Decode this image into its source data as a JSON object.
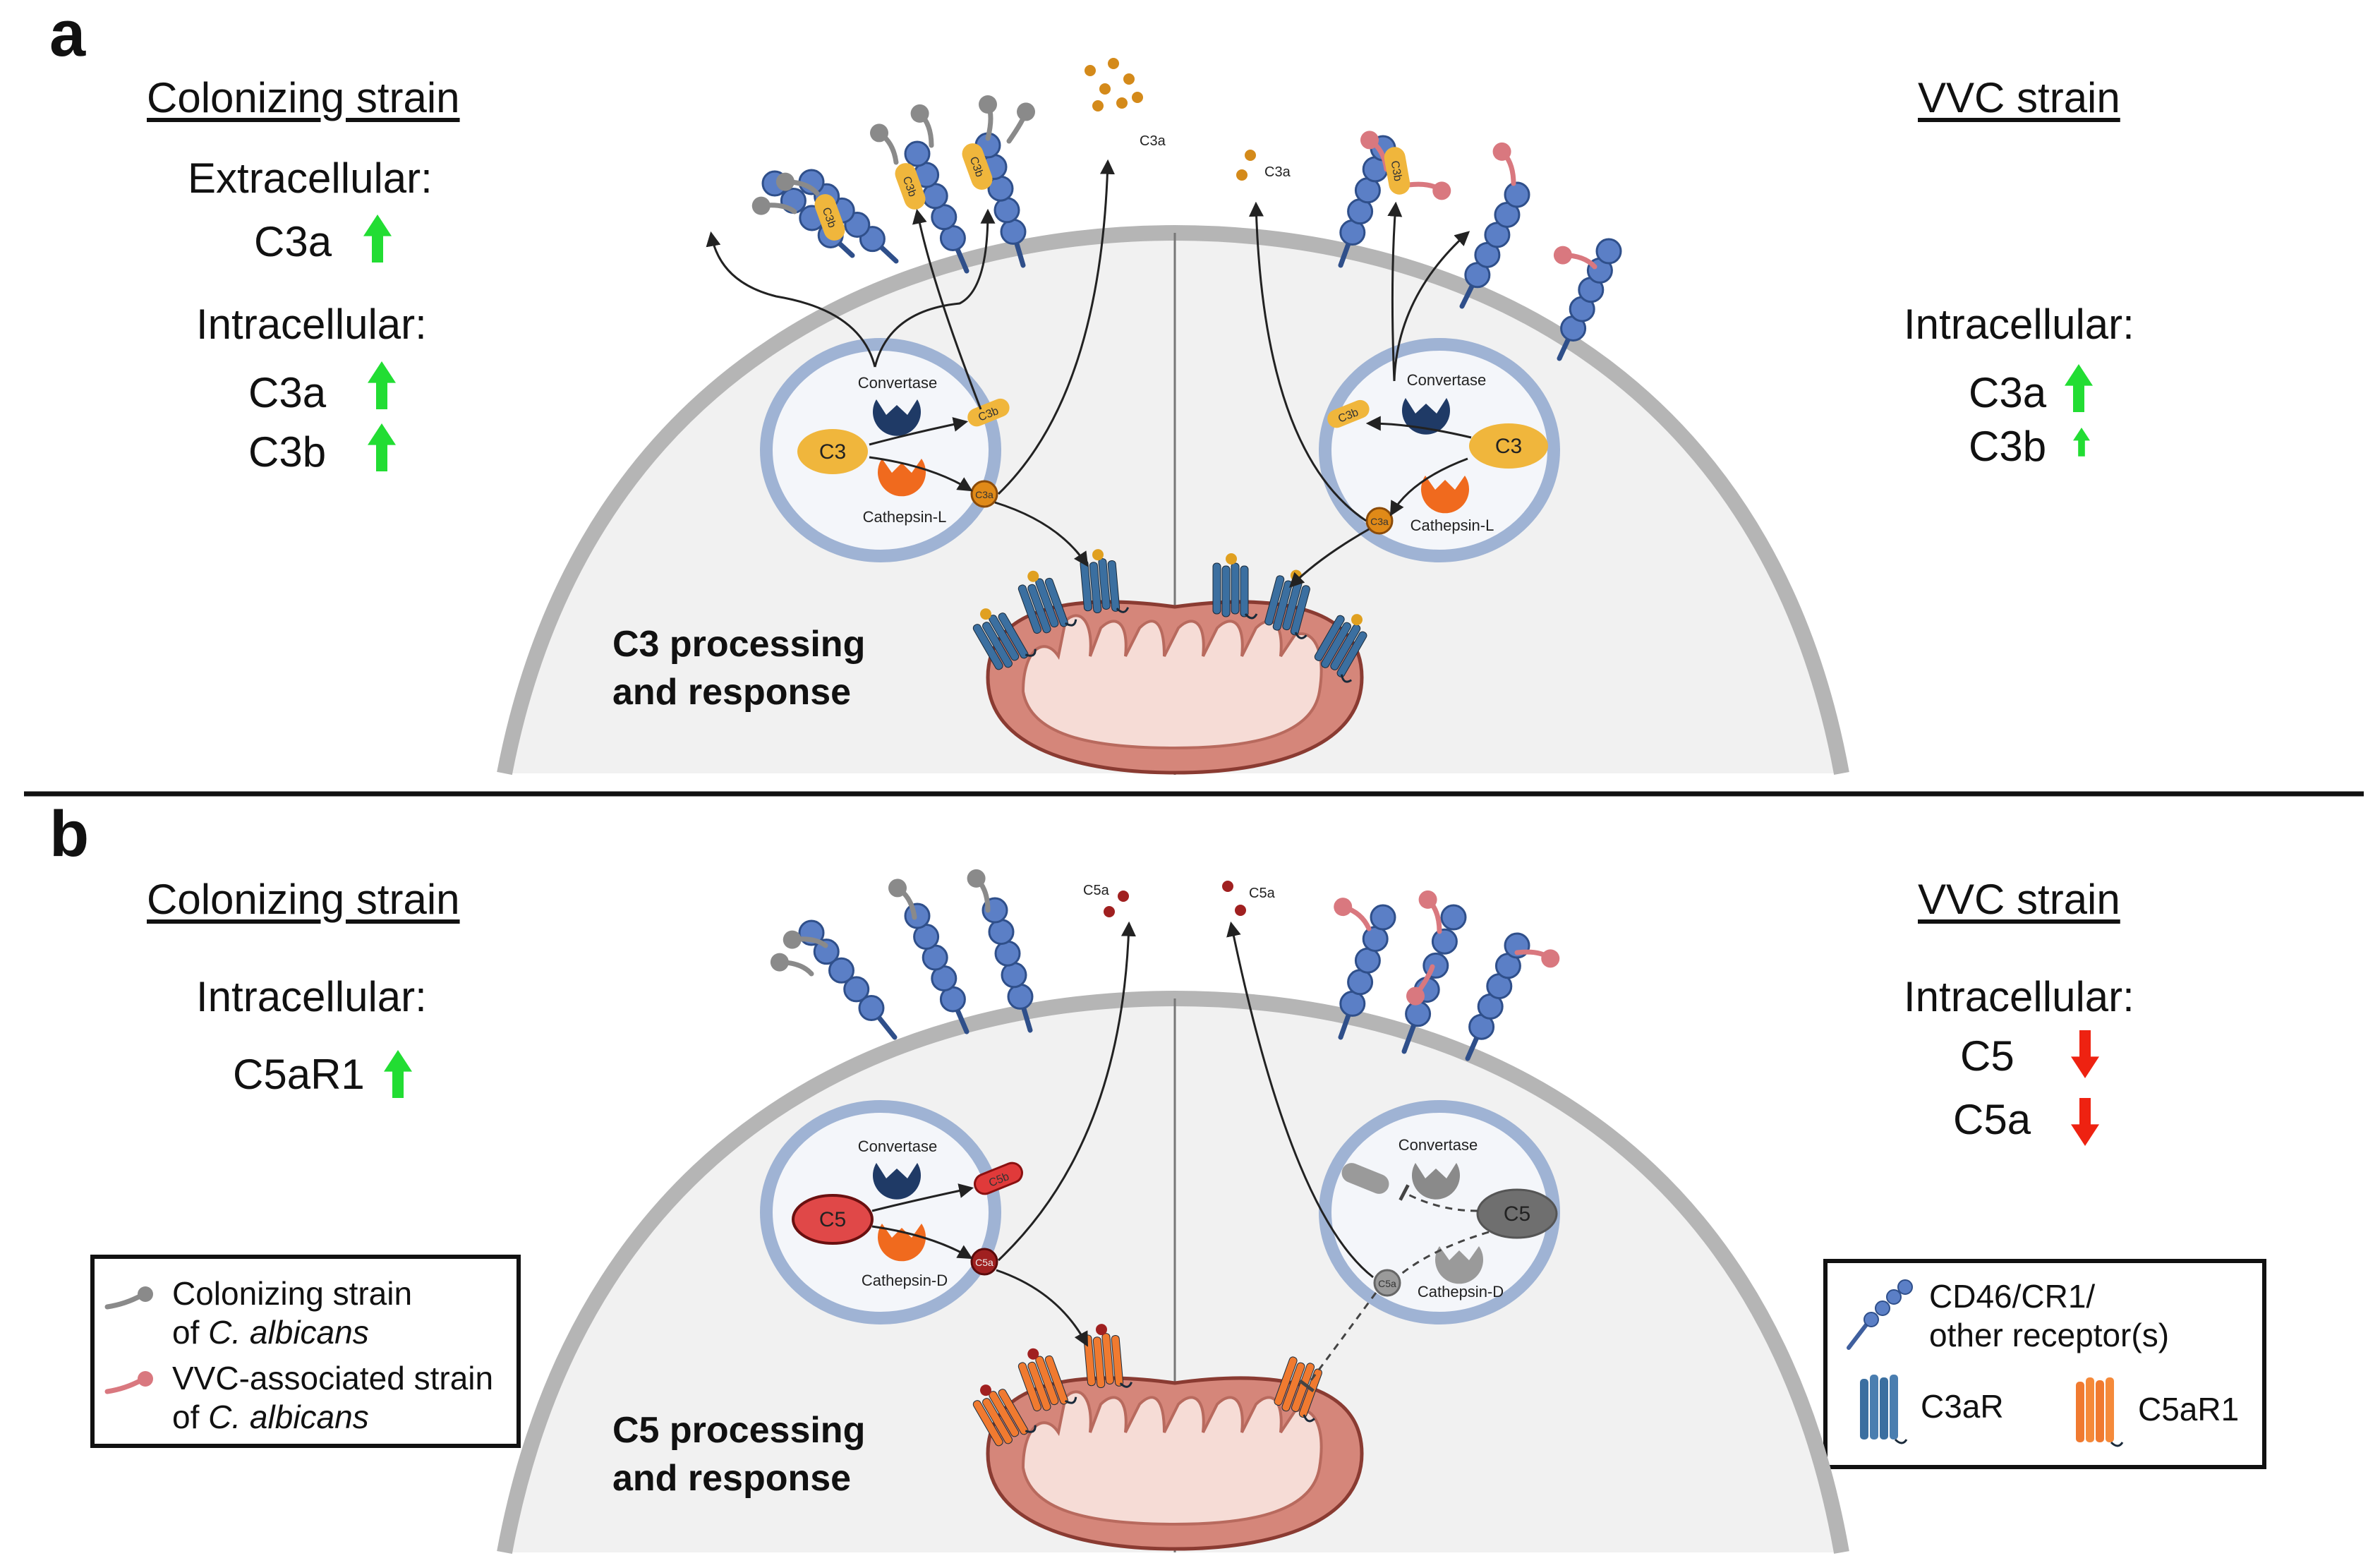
{
  "panel_a": {
    "letter": "a",
    "left": {
      "heading": "Colonizing strain",
      "extracellular_label": "Extracellular:",
      "extracellular_items": [
        {
          "label": "C3a",
          "direction": "up"
        }
      ],
      "intracellular_label": "Intracellular:",
      "intracellular_items": [
        {
          "label": "C3a",
          "direction": "up"
        },
        {
          "label": "C3b",
          "direction": "up"
        }
      ]
    },
    "right": {
      "heading": "VVC strain",
      "intracellular_label": "Intracellular:",
      "intracellular_items": [
        {
          "label": "C3a",
          "direction": "up"
        },
        {
          "label": "C3b",
          "direction": "up-small"
        }
      ]
    },
    "diagram": {
      "convertase": "Convertase",
      "protease": "Cathepsin-L",
      "substrate": "C3",
      "fragment_b": "C3b",
      "fragment_a": "C3a",
      "caption_line1": "C3 processing",
      "caption_line2": "and response"
    }
  },
  "panel_b": {
    "letter": "b",
    "left": {
      "heading": "Colonizing strain",
      "intracellular_label": "Intracellular:",
      "intracellular_items": [
        {
          "label": "C5aR1",
          "direction": "up"
        }
      ]
    },
    "right": {
      "heading": "VVC strain",
      "intracellular_label": "Intracellular:",
      "intracellular_items": [
        {
          "label": "C5",
          "direction": "down"
        },
        {
          "label": "C5a",
          "direction": "down"
        }
      ]
    },
    "diagram": {
      "convertase": "Convertase",
      "protease": "Cathepsin-D",
      "substrate": "C5",
      "fragment_b": "C5b",
      "fragment_a": "C5a",
      "caption_line1": "C5 processing",
      "caption_line2": "and response"
    }
  },
  "legend_strains": {
    "colonizing_line1": "Colonizing strain",
    "colonizing_line2_prefix": "of ",
    "colonizing_line2_italic": "C. albicans",
    "vvc_line1": "VVC-associated strain",
    "vvc_line2_prefix": "of ",
    "vvc_line2_italic": "C. albicans"
  },
  "legend_receptors": {
    "receptor_line1": "CD46/CR1/",
    "receptor_line2": "other receptor(s)",
    "c3ar": "C3aR",
    "c5ar1": "C5aR1"
  },
  "colors": {
    "arrow_up": "#22dd33",
    "arrow_down": "#ee2211",
    "receptor_blue": "#5b7fc6",
    "colonizing_gray": "#8a8a8a",
    "vvc_pink": "#d9787f",
    "c3_yellow": "#f0b63c",
    "c5_red": "#e04848",
    "convertase_navy": "#1f3a66",
    "cathepsin_orange": "#f06a1e",
    "mitochondrion": "#d5867a",
    "c3ar_blue": "#3b6fa0",
    "c5ar1_orange": "#f07a30"
  }
}
